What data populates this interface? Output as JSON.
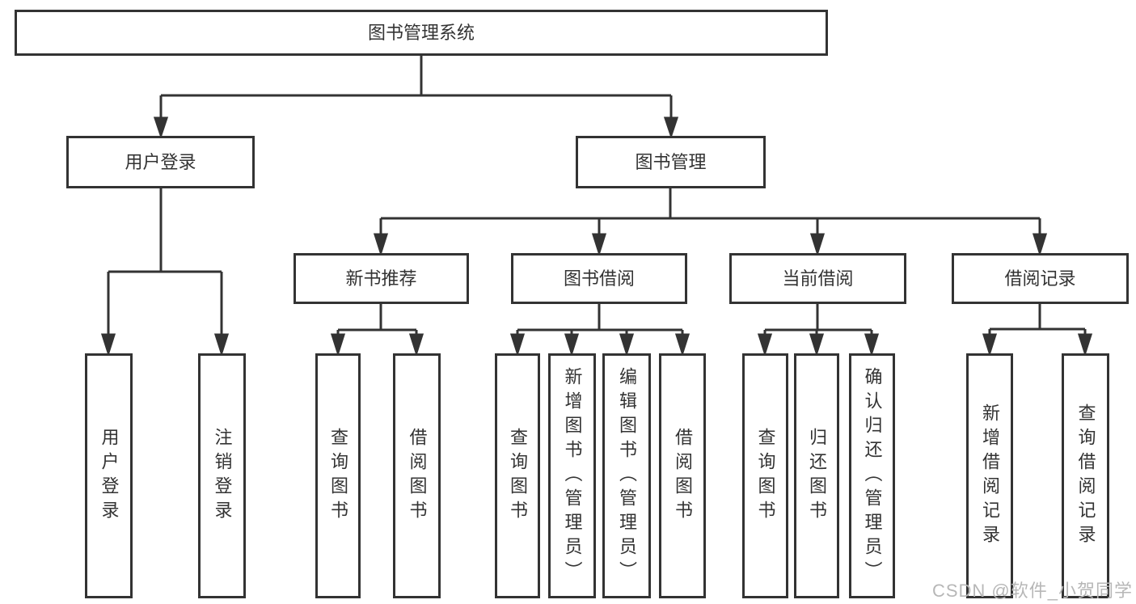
{
  "colors": {
    "line": "#333333",
    "box_border": "#333333",
    "text": "#333333",
    "background": "#ffffff",
    "watermark": "#b7b7b7"
  },
  "watermark": {
    "text": "CSDN @软件_小贺同学"
  },
  "diagram": {
    "root": {
      "label": "图书管理系统"
    },
    "branches": [
      {
        "label": "用户登录",
        "children": [
          {
            "label": "用户登录"
          },
          {
            "label": "注销登录"
          }
        ]
      },
      {
        "label": "图书管理",
        "children": [
          {
            "label": "新书推荐",
            "children": [
              {
                "label": "查询图书"
              },
              {
                "label": "借阅图书"
              }
            ]
          },
          {
            "label": "图书借阅",
            "children": [
              {
                "label": "查询图书"
              },
              {
                "label": "新增图书︵管理员︶"
              },
              {
                "label": "编辑图书︵管理员︶"
              },
              {
                "label": "借阅图书"
              }
            ]
          },
          {
            "label": "当前借阅",
            "children": [
              {
                "label": "查询图书"
              },
              {
                "label": "归还图书"
              },
              {
                "label": "确认归还︵管理员︶"
              }
            ]
          },
          {
            "label": "借阅记录",
            "children": [
              {
                "label": "新增借阅记录"
              },
              {
                "label": "查询借阅记录"
              }
            ]
          }
        ]
      }
    ]
  }
}
